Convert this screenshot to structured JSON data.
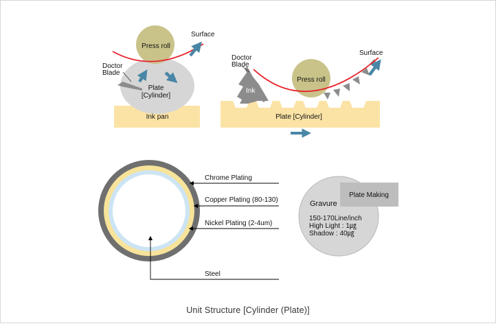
{
  "left_diagram": {
    "press_roll": "Press roll",
    "surface": "Surface",
    "doctor_blade_line1": "Doctor",
    "doctor_blade_line2": "Blade",
    "plate_line1": "Plate",
    "plate_line2": "[Cylinder]",
    "ink_pan": "Ink pan"
  },
  "right_diagram": {
    "doctor_blade_line1": "Doctor",
    "doctor_blade_line2": "Blade",
    "surface": "Surface",
    "press_roll": "Press roll",
    "ink": "Ink",
    "plate": "Plate [Cylinder]"
  },
  "cross_section": {
    "chrome": "Chrome Plating",
    "copper": "Copper Plating (80-130)",
    "nickel": "Nickel Plating (2-4um)",
    "steel": "Steel"
  },
  "plate_making": {
    "title": "Plate Making",
    "gravure": "Gravure",
    "line1": "150-170Line/inch",
    "line2": "High Light : 1㎍",
    "line3": "Shadow : 40㎍"
  },
  "caption": "Unit Structure [Cylinder (Plate)]",
  "colors": {
    "press_roll": "#c9c38a",
    "plate": "#d6d6d6",
    "ink_pan": "#fbe3a6",
    "ink": "#8c8c8c",
    "web": "#e8202a",
    "arrow": "#4a86a6",
    "chrome": "#6f6f6f",
    "copper": "#f7e39a",
    "nickel": "#cce4f4",
    "steel": "#ffffff"
  }
}
